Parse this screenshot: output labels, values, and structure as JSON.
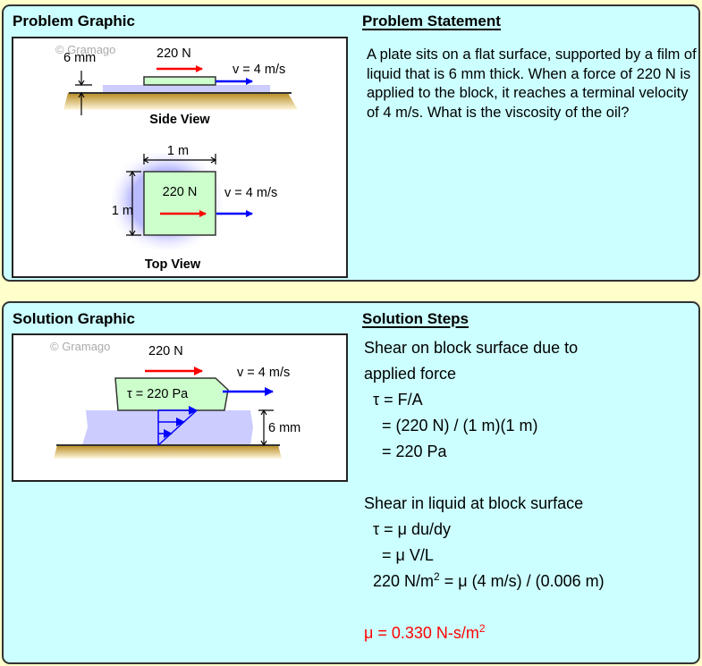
{
  "problem": {
    "graphic_heading": "Problem Graphic",
    "statement_heading": "Problem Statement",
    "statement_text": "A plate sits on a flat surface, supported by a film of liquid that is 6 mm thick. When a force of 220 N is applied to the block, it reaches a terminal velocity of 4 m/s.  What is the viscosity of the oil?",
    "graphic": {
      "watermark": "© Gramago",
      "side_view": {
        "film_thickness_label": "6 mm",
        "force_label": "220 N",
        "velocity_label": "v = 4 m/s",
        "caption": "Side View"
      },
      "top_view": {
        "width_label": "1 m",
        "height_label": "1 m",
        "force_label": "220 N",
        "velocity_label": "v = 4 m/s",
        "caption": "Top View"
      }
    }
  },
  "solution": {
    "graphic_heading": "Solution Graphic",
    "steps_heading": "Solution Steps",
    "graphic": {
      "watermark": "© Gramago",
      "force_label": "220 N",
      "velocity_label": "v = 4 m/s",
      "shear_label": "τ = 220 Pa",
      "thickness_label": "6 mm"
    },
    "steps": [
      {
        "text": "Shear on block surface due to"
      },
      {
        "text": "applied force"
      },
      {
        "text": "  τ = F/A"
      },
      {
        "text": "    = (220 N) / (1 m)(1 m)"
      },
      {
        "text": "    = 220 Pa"
      },
      {
        "text": ""
      },
      {
        "text": "Shear in liquid at block surface"
      },
      {
        "text": "  τ = μ du/dy"
      },
      {
        "text": "    = μ V/L"
      },
      {
        "pre": "  220 N/m",
        "sup": "2",
        "post": " = μ (4 m/s) / (0.006 m)"
      },
      {
        "text": ""
      },
      {
        "pre": "μ = 0.330 N-s/m",
        "sup": "2",
        "post": ""
      }
    ]
  },
  "colors": {
    "page_bg": "#ffffcc",
    "panel_bg": "#ccffff",
    "block_fill": "#ccffcc",
    "film_fill": "#ccccff",
    "force_arrow": "#ff0000",
    "velocity_arrow": "#0000ff",
    "ground": "#c8a040",
    "answer": "#ff0000"
  }
}
